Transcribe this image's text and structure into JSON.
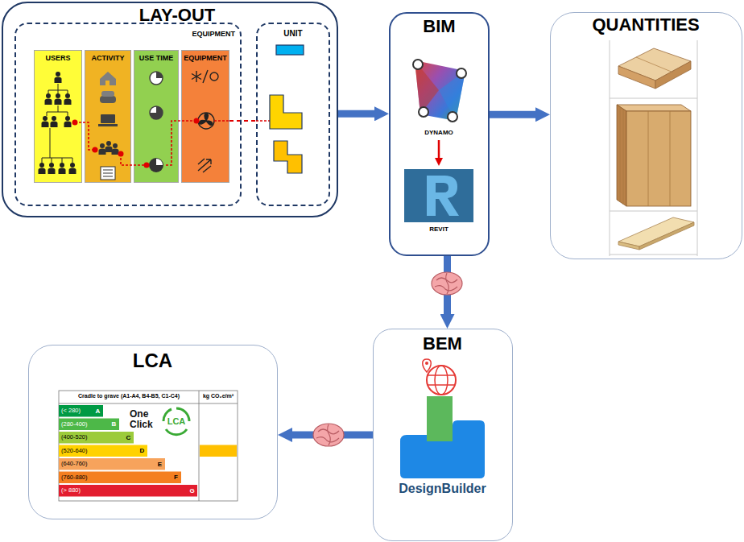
{
  "diagram": {
    "nodes": [
      {
        "text": [
          "LAY-OUT"
        ]
      },
      {
        "text": [
          "EQUIPMENT"
        ],
        "in": 0
      },
      {
        "text": [
          "USERS"
        ],
        "in": 1
      },
      {
        "text": [
          "ACTIVITY"
        ],
        "in": 1
      },
      {
        "text": [
          "USE TIME"
        ],
        "in": 1
      },
      {
        "text": [
          "EQUIPMENT"
        ],
        "in": 1
      },
      {
        "text": [
          "UNIT"
        ],
        "in": 0
      },
      {
        "text": [
          "BIM"
        ]
      },
      {
        "text": [
          "DYNAMO"
        ],
        "in": 7
      },
      {
        "text": [
          "REVIT"
        ],
        "in": 7
      },
      {
        "text": [
          "QUANTITIES"
        ]
      },
      {
        "text": [
          "BEM",
          "DesignBuilder"
        ]
      },
      {
        "text": [
          "LCA"
        ]
      }
    ],
    "edges": [
      {
        "from": 0,
        "to": 7,
        "arrow": "to"
      },
      {
        "from": 7,
        "to": 10,
        "arrow": "to"
      },
      {
        "from": 8,
        "to": 9,
        "arrow": "to"
      },
      {
        "from": 7,
        "to": 11,
        "arrow": "to"
      },
      {
        "from": 11,
        "to": 12,
        "arrow": "to"
      },
      {
        "from": 5,
        "to": 6,
        "arrow": "none"
      }
    ],
    "labels": [
      "Cradle to grave (A1-A4, B4-B5, C1-C4)",
      "kg CO₂e/m²",
      "(< 280)",
      "A",
      "(280-400)",
      "B",
      "(400-520)",
      "C",
      "(520-640)",
      "D",
      "(640-760)",
      "E",
      "(760-880)",
      "F",
      "(> 880)",
      "G",
      "One Click",
      "LCA"
    ]
  }
}
